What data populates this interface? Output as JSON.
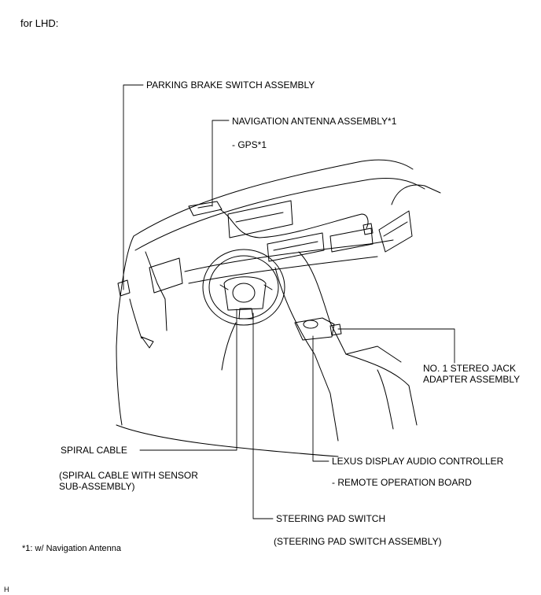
{
  "header": {
    "variant": "for LHD:"
  },
  "callouts": {
    "parking_brake": {
      "title": "PARKING BRAKE SWITCH ASSEMBLY"
    },
    "nav_antenna": {
      "title": "NAVIGATION ANTENNA ASSEMBLY*1",
      "sub": "- GPS*1"
    },
    "stereo_jack": {
      "line1": "NO. 1 STEREO JACK",
      "line2": "ADAPTER ASSEMBLY"
    },
    "spiral_cable": {
      "title": "SPIRAL CABLE",
      "paren1": "(SPIRAL CABLE WITH SENSOR",
      "paren2": "SUB-ASSEMBLY)"
    },
    "audio_controller": {
      "title": "LEXUS DISPLAY AUDIO CONTROLLER",
      "sub": "- REMOTE OPERATION BOARD"
    },
    "steering_pad": {
      "title": "STEERING PAD SWITCH",
      "paren": "(STEERING PAD SWITCH ASSEMBLY)"
    }
  },
  "footnote": "*1: w/ Navigation Antenna",
  "corner_mark": "H"
}
